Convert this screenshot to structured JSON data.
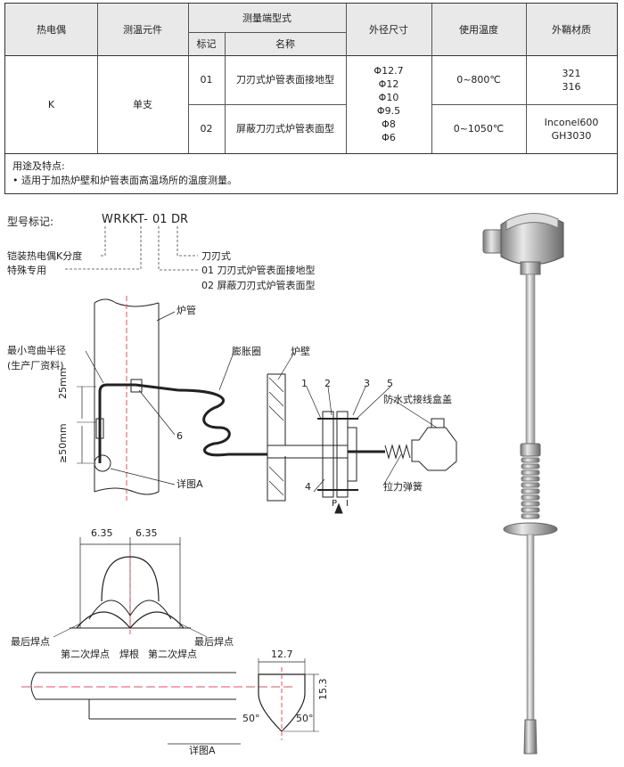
{
  "table": {
    "headers": {
      "thermocouple": "热电偶",
      "element": "测温元件",
      "measure_end": "测量端型式",
      "code": "标记",
      "name": "名称",
      "diameter": "外径尺寸",
      "temp": "使用温度",
      "sheath": "外鞘材质"
    },
    "row": {
      "thermocouple": "K",
      "element": "单支",
      "sub": [
        {
          "code": "01",
          "name": "刀刃式炉管表面接地型",
          "temp": "0~800℃",
          "sheath": "321\n316"
        },
        {
          "code": "02",
          "name": "屏蔽刀刃式炉管表面型",
          "temp": "0~1050℃",
          "sheath": "Inconel600\nGH3030"
        }
      ],
      "diameters": "Φ12.7\nΦ12\nΦ10\nΦ9.5\nΦ8\nΦ6"
    },
    "usage_title": "用途及特点:",
    "usage_text": "• 适用于加热炉壁和炉管表面高温场所的温度测量。"
  },
  "model": {
    "title": "型号标记:",
    "code_prefix": "WRKKT-",
    "code_mid": "01",
    "code_suffix": "DR",
    "left_labels": [
      "铠装热电偶K分度",
      "特殊专用"
    ],
    "right_labels": [
      "刀刃式",
      "01  刀刃式炉管表面接地型",
      "02  屏蔽刀刃式炉管表面型"
    ]
  },
  "install": {
    "furnace_tube": "炉管",
    "min_bend": "最小弯曲半径",
    "min_bend_note": "(生产厂资料)",
    "dim_25": "25mm",
    "dim_50": "≥50mm",
    "n6": "6",
    "detail_a": "详图A",
    "expansion": "膨胀圈",
    "furnace_wall": "炉壁",
    "n1": "1",
    "n2": "2",
    "n3": "3",
    "n4": "4",
    "n5": "5",
    "junction_box": "防水式接线盒盖",
    "spring": "拉力弹簧",
    "mark_p": "P",
    "mark_i": "I"
  },
  "weld": {
    "dim_left": "6.35",
    "dim_right": "6.35",
    "last_point_l": "最后焊点",
    "last_point_r": "最后焊点",
    "second_l": "第二次焊点",
    "root": "焊根",
    "second_r": "第二次焊点"
  },
  "detail": {
    "width": "12.7",
    "height": "15.3",
    "angle_l": "50°",
    "angle_r": "50°",
    "caption": "详图A"
  }
}
